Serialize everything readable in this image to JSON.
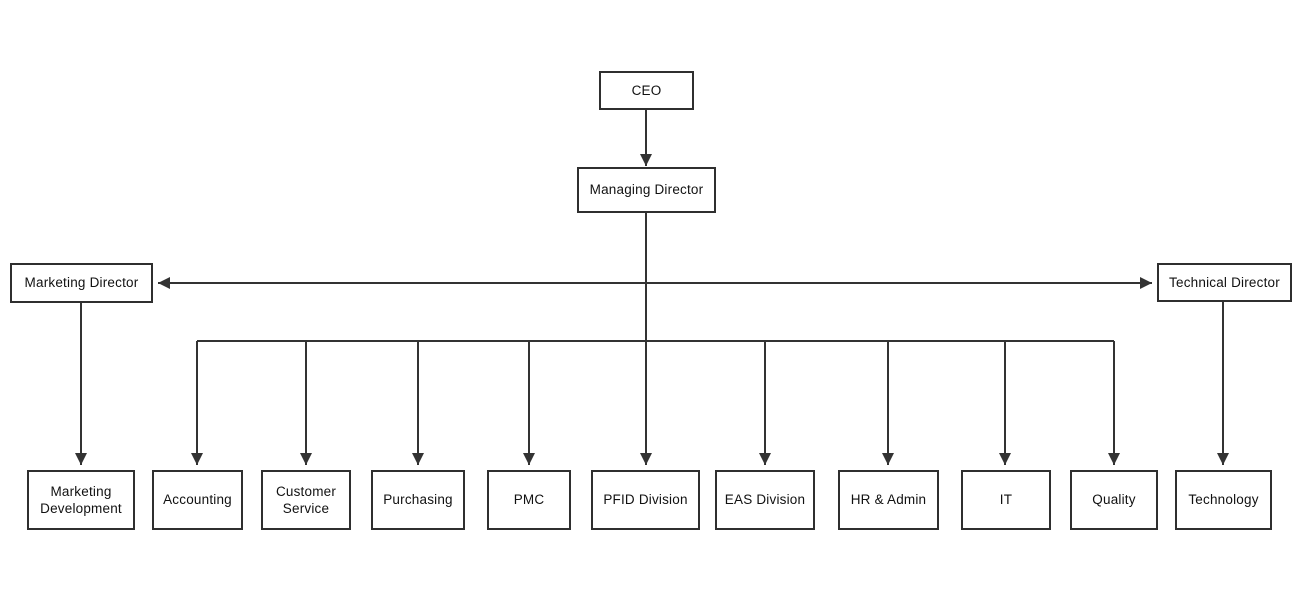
{
  "diagram": {
    "type": "org-chart",
    "nodes": {
      "ceo": "CEO",
      "managing_director": "Managing Director",
      "marketing_director": "Marketing Director",
      "technical_director": "Technical Director",
      "marketing_development": "Marketing Development",
      "accounting": "Accounting",
      "customer_service": "Customer Service",
      "purchasing": "Purchasing",
      "pmc": "PMC",
      "pfid_division": "PFID Division",
      "eas_division": "EAS Division",
      "hr_admin": "HR & Admin",
      "it": "IT",
      "quality": "Quality",
      "technology": "Technology"
    },
    "edges": [
      {
        "from": "CEO",
        "to": "Managing Director"
      },
      {
        "from": "Managing Director",
        "to": "Marketing Director"
      },
      {
        "from": "Managing Director",
        "to": "Technical Director"
      },
      {
        "from": "Marketing Director",
        "to": "Marketing Development"
      },
      {
        "from": "Managing Director",
        "to": "Accounting"
      },
      {
        "from": "Managing Director",
        "to": "Customer Service"
      },
      {
        "from": "Managing Director",
        "to": "Purchasing"
      },
      {
        "from": "Managing Director",
        "to": "PMC"
      },
      {
        "from": "Managing Director",
        "to": "PFID Division"
      },
      {
        "from": "Managing Director",
        "to": "EAS Division"
      },
      {
        "from": "Managing Director",
        "to": "HR & Admin"
      },
      {
        "from": "Managing Director",
        "to": "IT"
      },
      {
        "from": "Managing Director",
        "to": "Quality"
      },
      {
        "from": "Technical Director",
        "to": "Technology"
      }
    ],
    "colors": {
      "line": "#333333",
      "box_border": "#2f2f2f",
      "box_fill": "#ffffff",
      "text": "#111111",
      "background": "#ffffff"
    }
  }
}
